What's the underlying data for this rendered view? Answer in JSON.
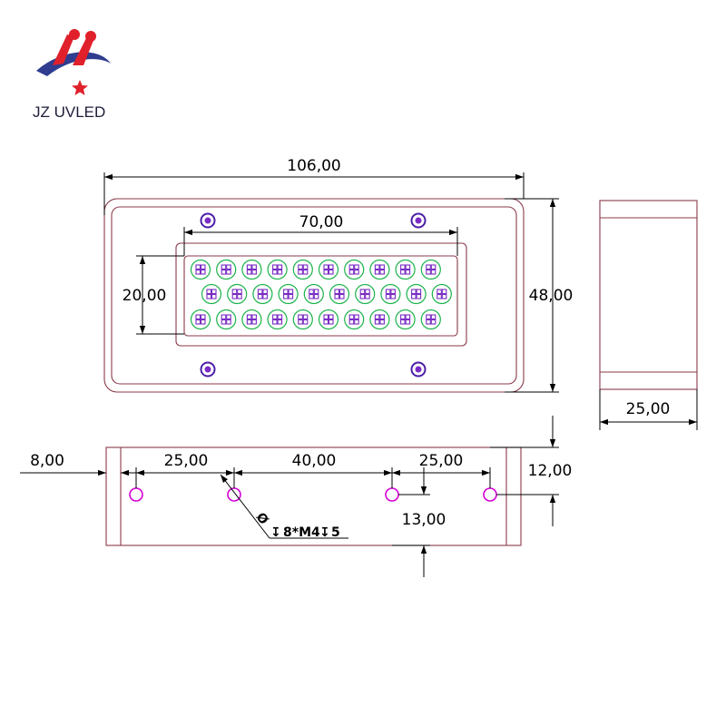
{
  "brand": {
    "name": "JZ UVLED"
  },
  "colors": {
    "outline": "#8a3a4a",
    "led_ring": "#19b34a",
    "led_chip": "#7a2cc4",
    "hole": "#d400d4",
    "screw": "#4b1fa8",
    "logo_red": "#e0202a",
    "logo_blue": "#2f3c8f"
  },
  "front_view": {
    "width_label": "106,00",
    "height_label": "48,00",
    "window_width_label": "70,00",
    "window_height_label": "20,00",
    "led_rows": [
      10,
      10,
      10
    ]
  },
  "side_view": {
    "depth_label": "25,00"
  },
  "bottom_view": {
    "edge_label": "8,00",
    "spacing_labels": [
      "25,00",
      "40,00",
      "25,00"
    ],
    "offset_label": "12,00",
    "inset_label": "13,00",
    "hole_count": 4,
    "hole_spec": {
      "diameter_symbol": "Ø",
      "text": "8*M4",
      "depth_symbol": "↧",
      "depth": "5"
    }
  }
}
